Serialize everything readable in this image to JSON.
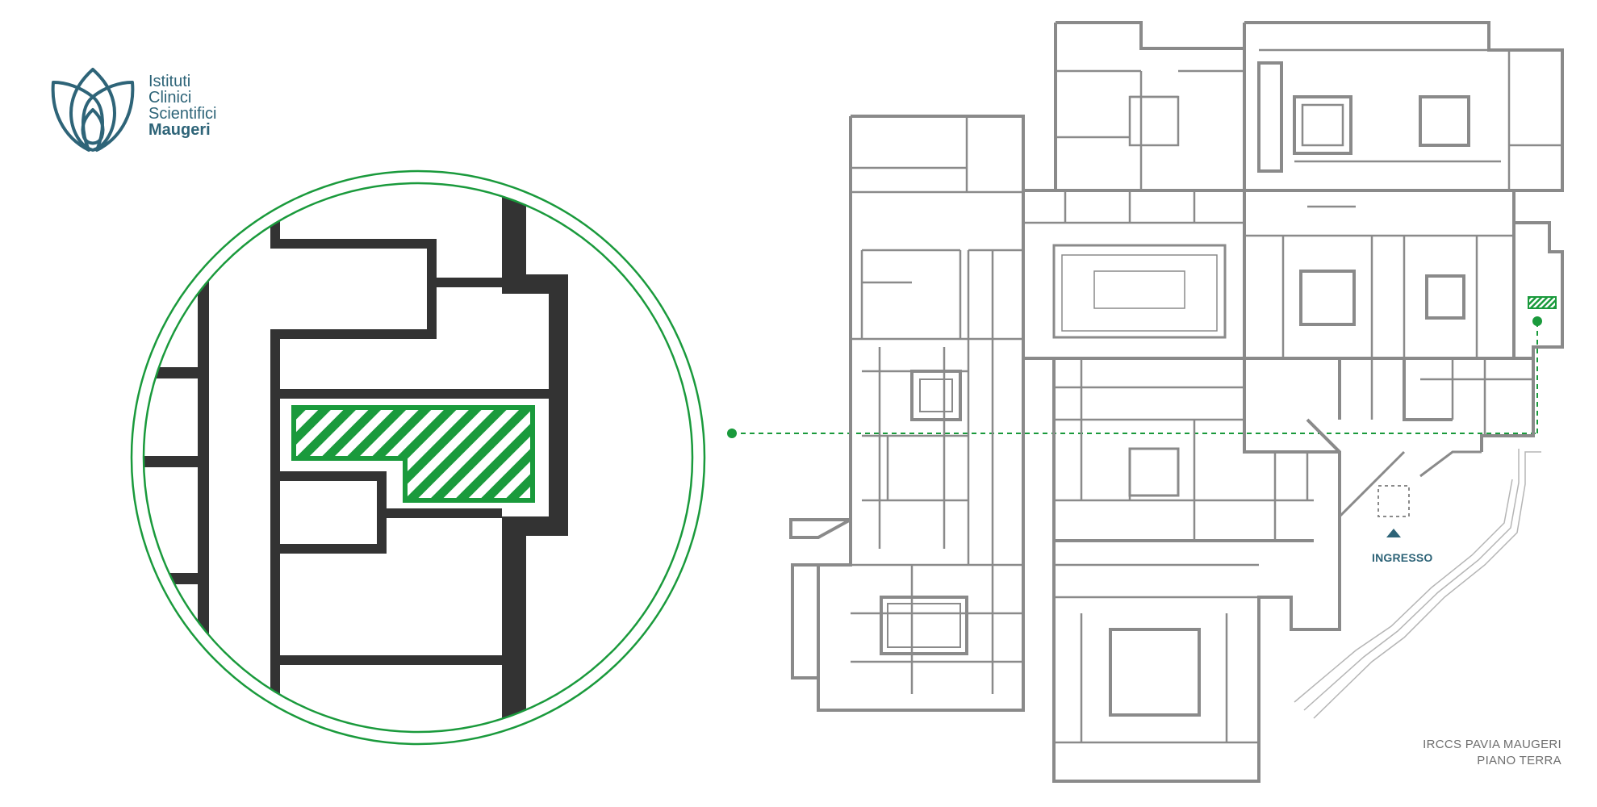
{
  "logo": {
    "line1": "Istituti",
    "line2": "Clinici",
    "line3": "Scientifici",
    "line4": "Maugeri",
    "icon": "lotus-logo-icon",
    "color": "#2e6478"
  },
  "map": {
    "entrance_label": "INGRESSO",
    "entrance_icon": "entrance-triangle-icon",
    "caption_line1": "IRCCS PAVIA MAUGERI",
    "caption_line2": "PIANO TERRA",
    "highlight_color": "#1a9a3c",
    "wall_color": "#8a8a8a"
  },
  "zoom": {
    "icon": "magnifier-circle-icon",
    "wall_color": "#333333"
  }
}
